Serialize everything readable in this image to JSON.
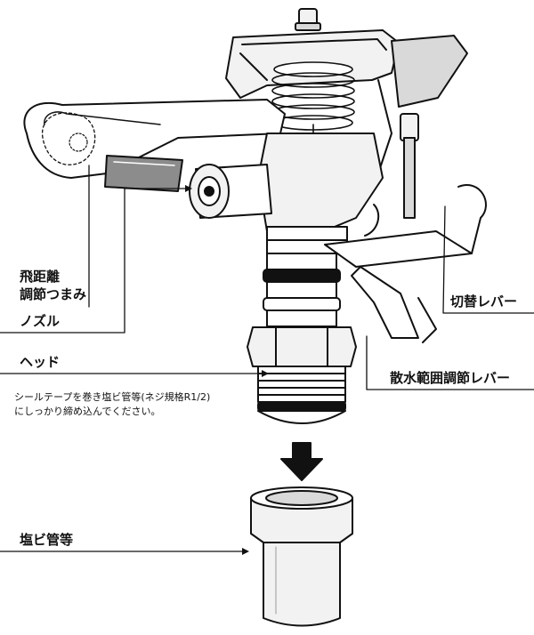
{
  "labels": {
    "distance_knob_line1": "飛距離",
    "distance_knob_line2": "調節つまみ",
    "nozzle": "ノズル",
    "switch_lever": "切替レバー",
    "head": "ヘッド",
    "head_note_line1": "シールテープを巻き塩ビ管等(ネジ規格R1/2)",
    "head_note_line2": "にしっかり締め込んでください。",
    "range_lever": "散水範囲調節レバー",
    "pvc_pipe": "塩ビ管等"
  },
  "colors": {
    "line": "#111111",
    "fill_light": "#f2f2f2",
    "fill_mid": "#d9d9d9",
    "fill_dark": "#8c8c8c"
  }
}
